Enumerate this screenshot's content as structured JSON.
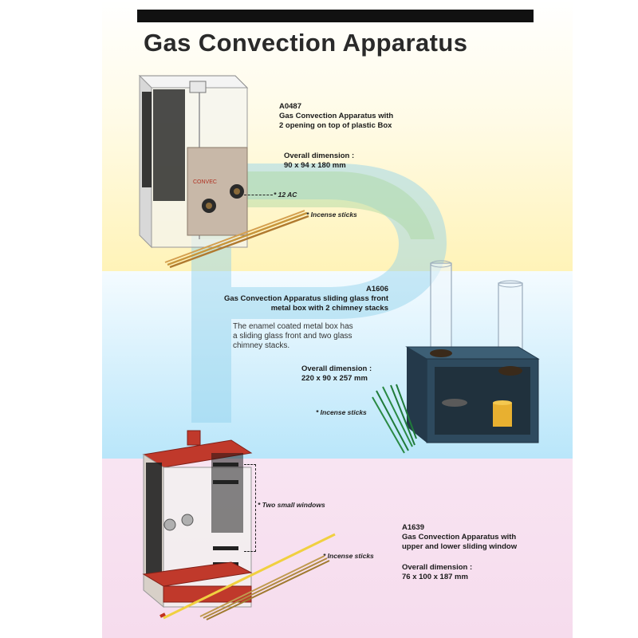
{
  "title": "Gas Convection Apparatus",
  "products": [
    {
      "code": "A0487",
      "name_lines": [
        "Gas Convection Apparatus with",
        "2 opening on top  of plastic Box"
      ],
      "dimension_label": "Overall dimension :",
      "dimension_value": "90 x 94 x 180 mm",
      "callouts": [
        "* 12 AC",
        "* Incense sticks"
      ]
    },
    {
      "code": "A1606",
      "name_lines": [
        "Gas Convection Apparatus sliding glass front",
        "metal box with 2 chimney stacks"
      ],
      "description_lines": [
        "The enamel coated metal box has",
        "a sliding glass front and two glass",
        "chimney stacks."
      ],
      "dimension_label": "Overall dimension :",
      "dimension_value": "220 x 90 x 257 mm",
      "callouts": [
        "* Incense sticks"
      ]
    },
    {
      "code": "A1639",
      "name_lines": [
        "Gas Convection Apparatus with",
        "upper and lower sliding window"
      ],
      "dimension_label": "Overall dimension :",
      "dimension_value": "76 x 100 x 187 mm",
      "callouts": [
        "* Two small windows",
        "* Incense sticks"
      ]
    }
  ],
  "colors": {
    "watermark_blue": "#8fd0ea",
    "watermark_green": "#a8d8a0",
    "box_red": "#c0392b",
    "box_metal": "#2e4a5e"
  }
}
